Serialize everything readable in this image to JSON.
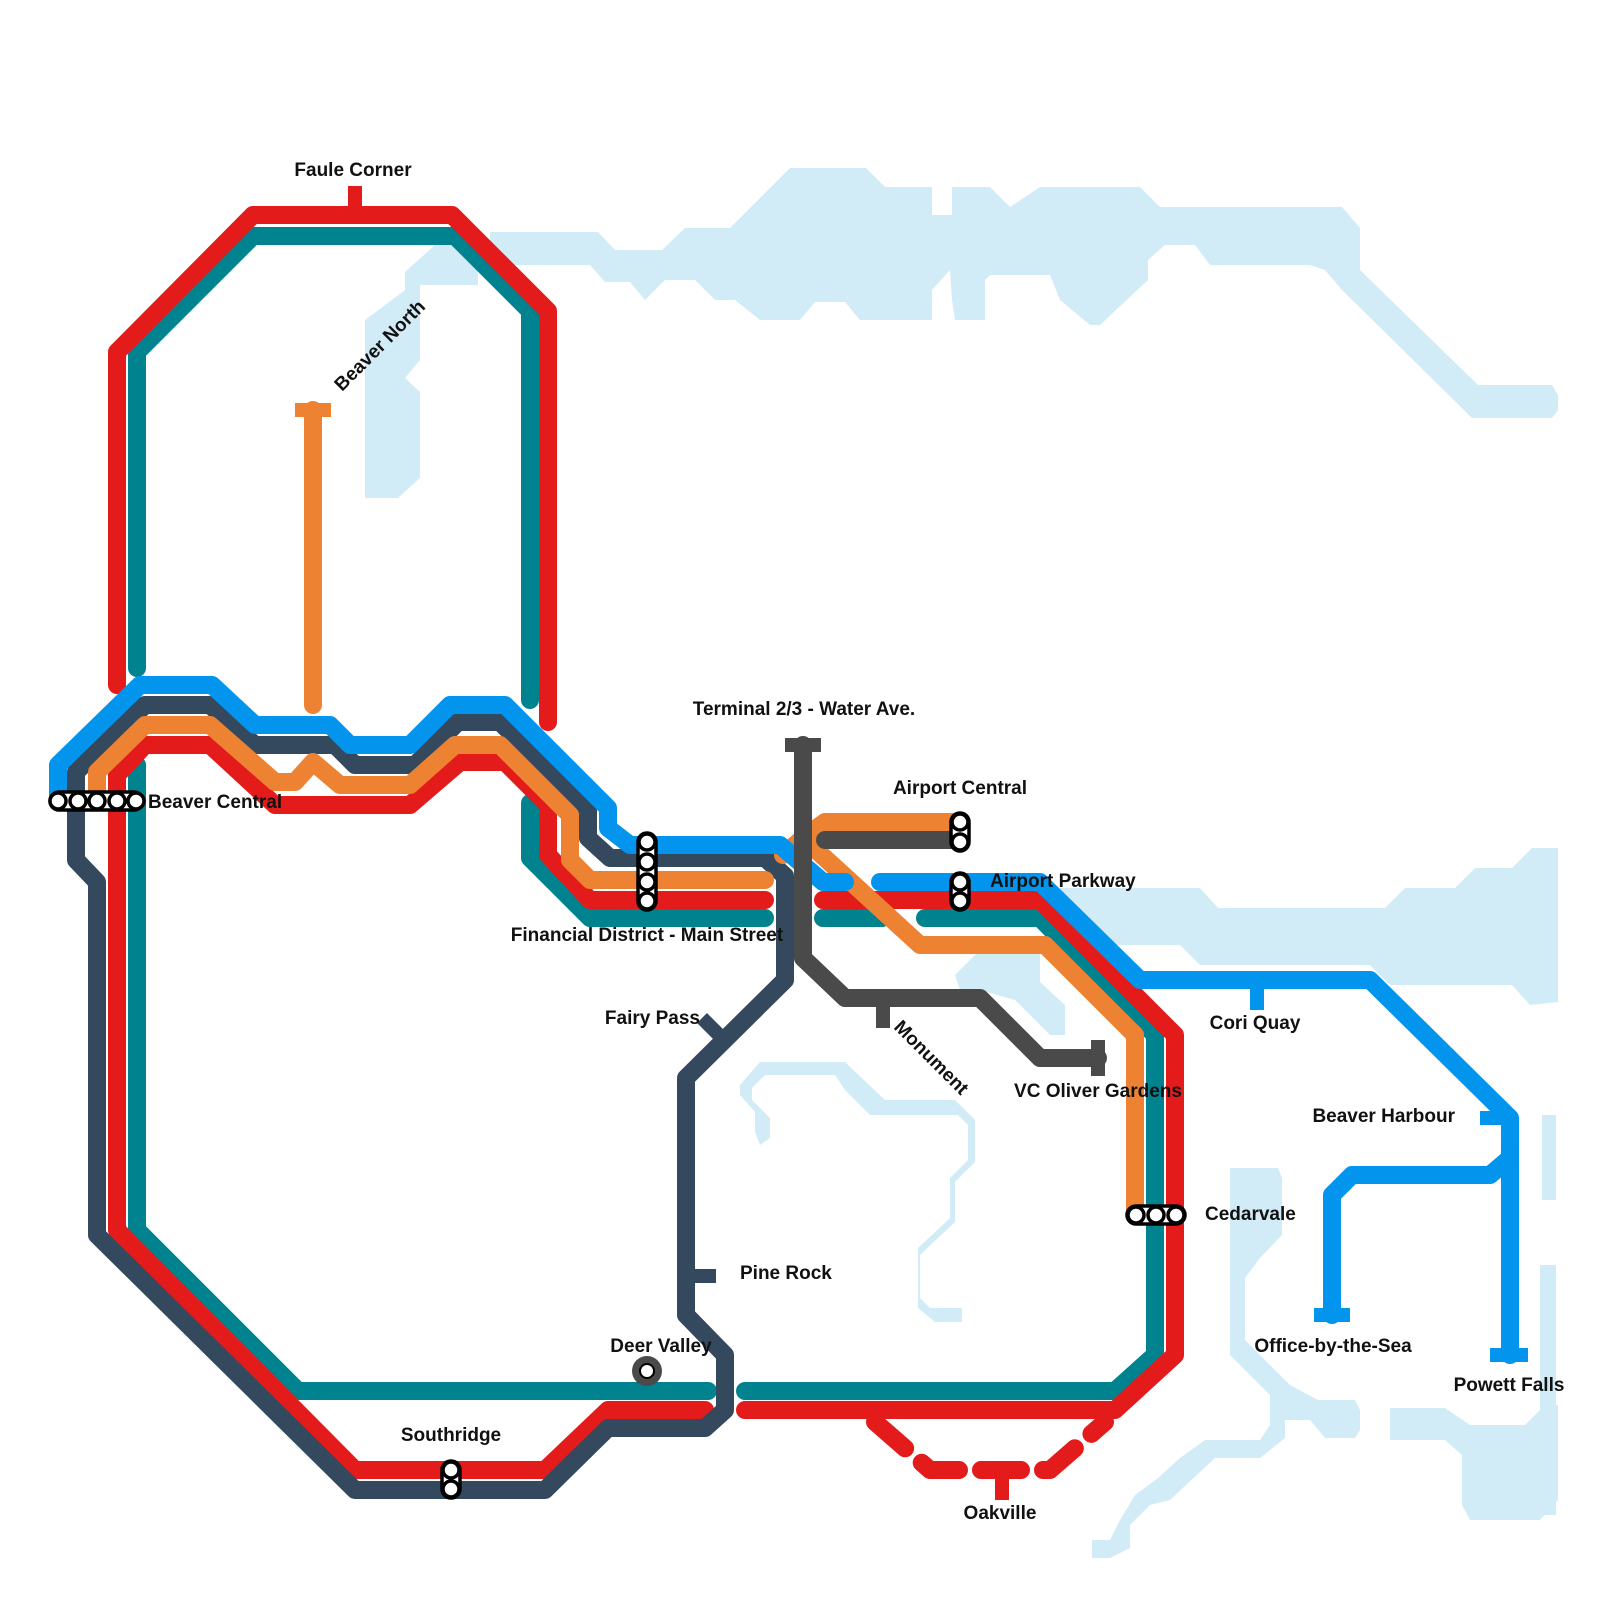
{
  "colors": {
    "water": "#d2ecf7",
    "red_line": "#e31b1b",
    "teal_line": "#00838f",
    "orange_line": "#ee8233",
    "blue_line": "#0394ed",
    "navy_line": "#34495e",
    "grey_line": "#4a4a4a"
  },
  "stations": {
    "faule_corner": "Faule Corner",
    "beaver_north": "Beaver North",
    "beaver_central": "Beaver Central",
    "terminal": "Terminal 2/3 - Water Ave.",
    "airport_central": "Airport Central",
    "airport_parkway": "Airport Parkway",
    "financial_district": "Financial District - Main Street",
    "fairy_pass": "Fairy Pass",
    "monument": "Monument",
    "vc_oliver": "VC Oliver Gardens",
    "cori_quay": "Cori Quay",
    "beaver_harbour": "Beaver Harbour",
    "cedarvale": "Cedarvale",
    "pine_rock": "Pine Rock",
    "office_sea": "Office-by-the-Sea",
    "powett_falls": "Powett Falls",
    "deer_valley": "Deer Valley",
    "southridge": "Southridge",
    "oakville": "Oakville"
  }
}
